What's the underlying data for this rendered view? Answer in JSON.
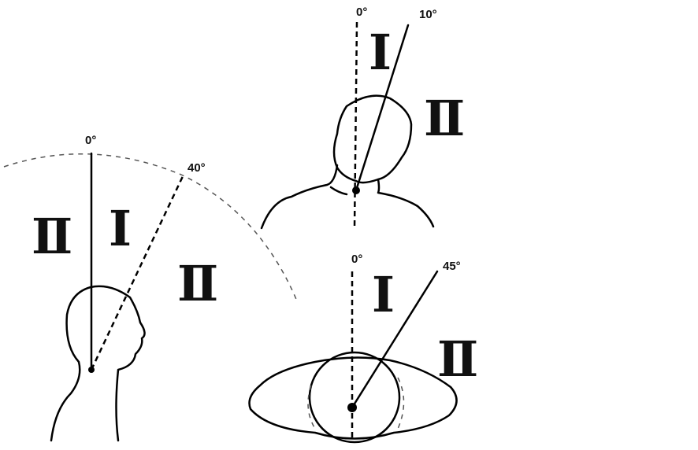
{
  "figures": {
    "extension": {
      "zero_label": "0°",
      "angle_label": "40°",
      "zone_left": "Ⅱ",
      "zone_inner": "Ⅰ",
      "zone_outer": "Ⅱ"
    },
    "lateral_flexion": {
      "zero_label": "0°",
      "angle_label": "10°",
      "zone_inner": "Ⅰ",
      "zone_outer": "Ⅱ"
    },
    "rotation": {
      "zero_label": "0°",
      "angle_label": "45°",
      "zone_inner": "Ⅰ",
      "zone_outer": "Ⅱ"
    }
  }
}
